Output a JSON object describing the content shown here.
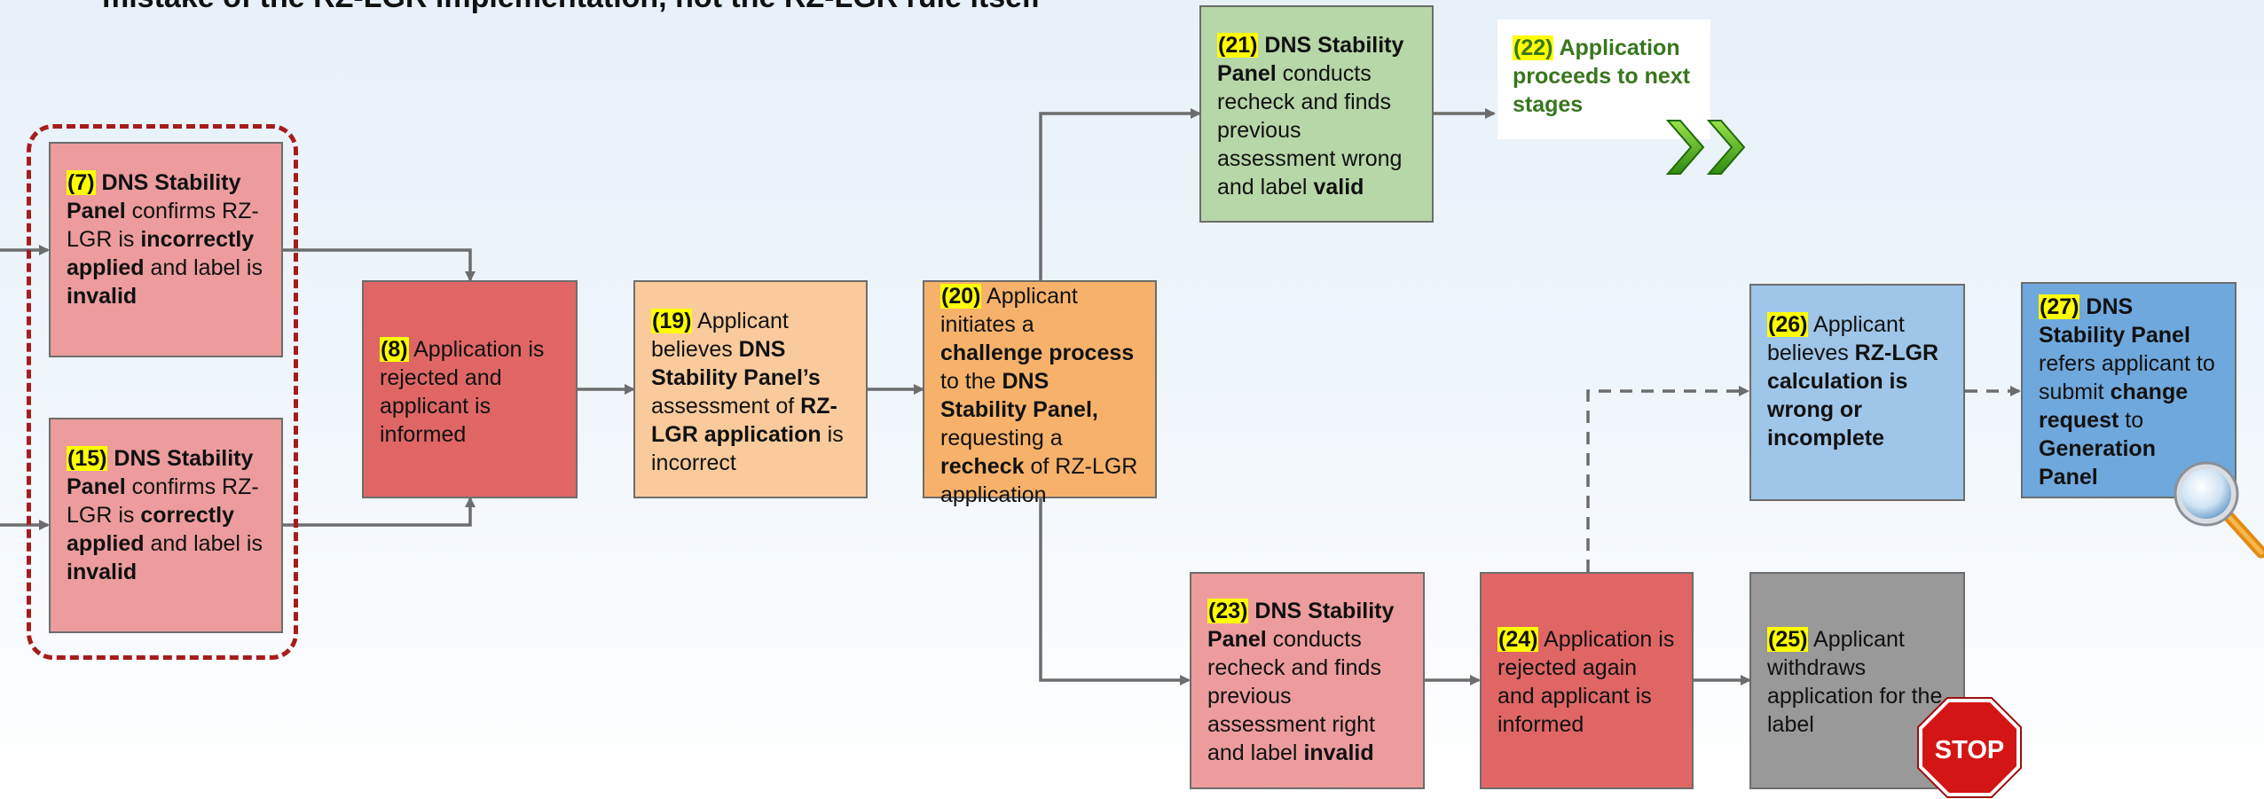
{
  "heading": "mistake of the RZ-LGR implementation, not the RZ-LGR rule itself",
  "boxes": {
    "b7": {
      "num": "(7)",
      "t1": " DNS Stability Panel",
      "t2": " confirms RZ-LGR is ",
      "t3": "incorrectly applied",
      "t4": " and label is ",
      "t5": "invalid"
    },
    "b15": {
      "num": "(15)",
      "t1": " DNS Stability Panel",
      "t2": " confirms RZ-LGR is ",
      "t3": "correctly applied",
      "t4": " and label is ",
      "t5": "invalid"
    },
    "b8": {
      "num": "(8)",
      "t1": " Application is rejected and applicant is informed"
    },
    "b19": {
      "num": "(19)",
      "t1": " Applicant believes ",
      "t2": "DNS Stability Panel’s",
      "t3": " assessment of ",
      "t4": "RZ-LGR application",
      "t5": " is incorrect"
    },
    "b20": {
      "num": "(20)",
      "t1": " Applicant initiates a ",
      "t2": "challenge process",
      "t3": " to the ",
      "t4": "DNS Stability Panel,",
      "t5": " requesting a ",
      "t6": "recheck",
      "t7": " of RZ-LGR application"
    },
    "b21": {
      "num": "(21)",
      "t1": " DNS Stability Panel",
      "t2": " conducts recheck and finds previous assessment wrong and label ",
      "t3": "valid"
    },
    "b22": {
      "num": "(22)",
      "t1": " Application proceeds to next stages"
    },
    "b23": {
      "num": "(23)",
      "t1": " DNS Stability Panel",
      "t2": " conducts recheck and finds previous assessment right and label ",
      "t3": "invalid"
    },
    "b24": {
      "num": "(24)",
      "t1": " Application is rejected again and applicant is informed"
    },
    "b25": {
      "num": "(25)",
      "t1": " Applicant withdraws application for the label"
    },
    "b26": {
      "num": "(26)",
      "t1": " Applicant believes ",
      "t2": "RZ-LGR calculation is wrong or incomplete"
    },
    "b27": {
      "num": "(27)",
      "t1": " DNS Stability Panel",
      "t2": " refers applicant to submit ",
      "t3": "change request",
      "t4": " to ",
      "t5": "Generation Panel"
    }
  },
  "icons": {
    "stop": "STOP",
    "next_chevrons": "double-chevron-right-icon",
    "magnifier": "magnifying-glass-icon"
  },
  "colors": {
    "pink": "#ec9c9c",
    "red": "#e06666",
    "peach": "#f9cb9c",
    "orange": "#f6b26b",
    "green": "#b6d7a8",
    "lightblue": "#9fc5e8",
    "blue": "#6fa8dc",
    "grey": "#999999",
    "dashed_border": "#a61c1c",
    "note_text": "#38761d",
    "highlight": "#ffff00"
  }
}
